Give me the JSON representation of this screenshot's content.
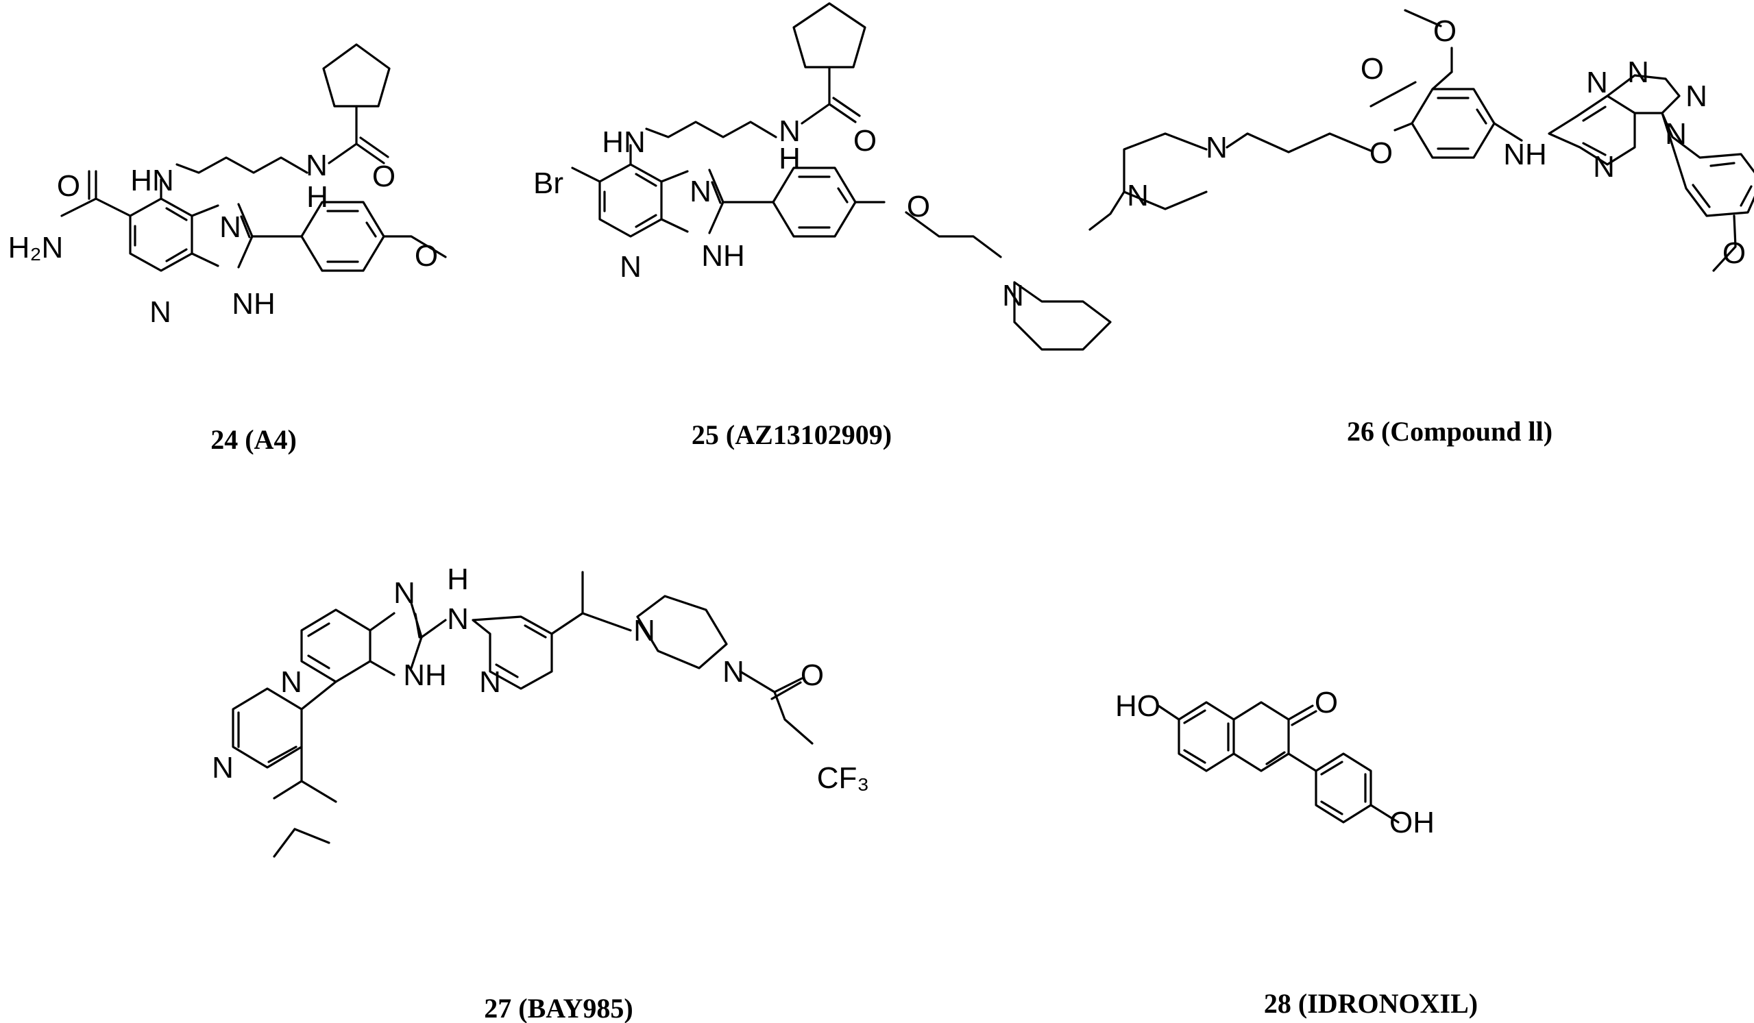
{
  "compounds": [
    {
      "id": "24",
      "label": "24 (A4)"
    },
    {
      "id": "25",
      "label": "25 (AZ13102909)"
    },
    {
      "id": "26",
      "label": "26 (Compound ll)"
    },
    {
      "id": "27",
      "label": "27 (BAY985)"
    },
    {
      "id": "28",
      "label": "28 (IDRONOXIL)"
    }
  ],
  "atoms": {
    "c24": [
      "O",
      "HN",
      "H",
      "H₂N",
      "N",
      "N",
      "NH",
      "N",
      "O",
      "O"
    ],
    "c25": [
      "HN",
      "H",
      "N",
      "O",
      "Br",
      "N",
      "N",
      "NH",
      "O",
      "N"
    ],
    "c26": [
      "O",
      "O",
      "N",
      "N",
      "O",
      "N",
      "NH",
      "N",
      "N",
      "N",
      "N",
      "O"
    ],
    "c27": [
      "N",
      "NH",
      "H",
      "N",
      "N",
      "N",
      "N",
      "N",
      "N",
      "O",
      "CF₃"
    ],
    "c28": [
      "HO",
      "O",
      "OH"
    ]
  }
}
